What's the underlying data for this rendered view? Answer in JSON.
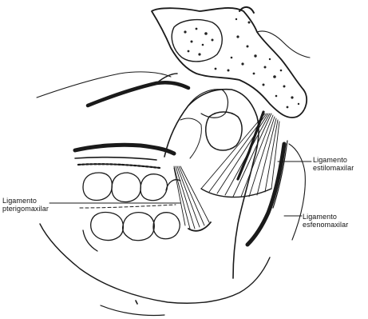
{
  "labels": {
    "estilomaxilar": {
      "line1": "Ligamento",
      "line2": "estilomaxilar"
    },
    "pterigomaxilar": {
      "line1": "Ligamento",
      "line2": "pterigomaxilar"
    },
    "esfenomaxilar": {
      "line1": "Ligamento",
      "line2": "esfenomaxilar"
    }
  }
}
